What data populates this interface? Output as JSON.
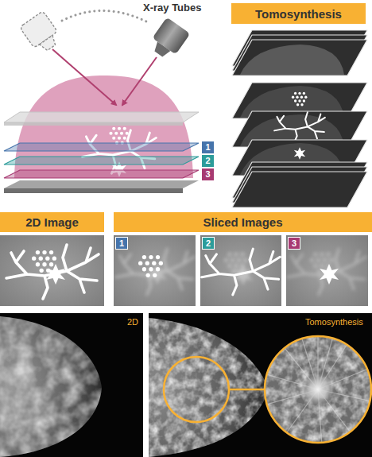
{
  "diagram": {
    "nodes": [
      {
        "text": [
          "Tomosynthesis"
        ]
      },
      {
        "text": [
          "1"
        ]
      },
      {
        "text": [
          "2"
        ]
      },
      {
        "text": [
          "3"
        ]
      },
      {
        "text": [
          "2D Image"
        ]
      },
      {
        "text": [
          "Sliced Images"
        ]
      },
      {
        "text": [
          "1"
        ]
      },
      {
        "text": [
          "2"
        ]
      },
      {
        "text": [
          "3"
        ]
      }
    ],
    "labels": [
      "X-ray Tubes",
      "2D",
      "Tomosynthesis"
    ]
  }
}
